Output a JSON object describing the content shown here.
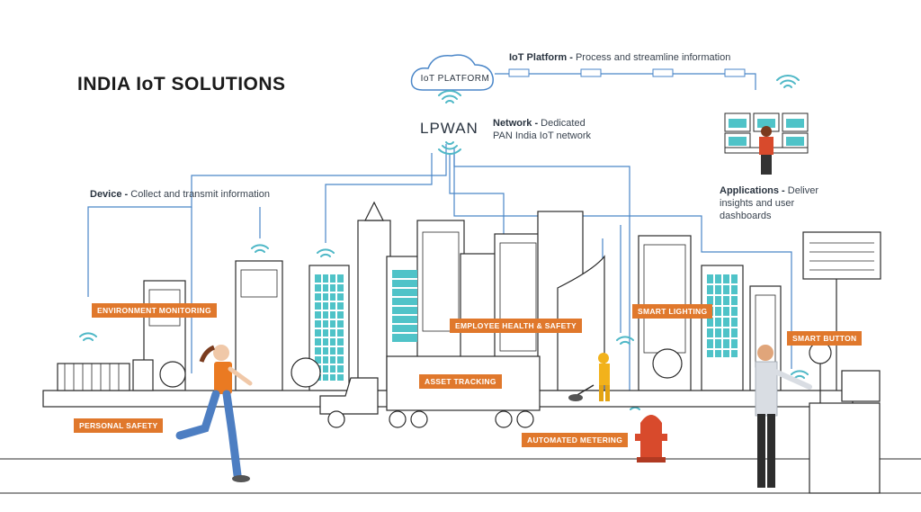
{
  "title": "INDIA IoT SOLUTIONS",
  "platform": {
    "cloud_label": "IoT PLATFORM",
    "caption_bold": "IoT Platform -",
    "caption_text": " Process and streamline information"
  },
  "network": {
    "label": "LPWAN",
    "caption_bold": "Network -",
    "caption_line1": " Dedicated",
    "caption_line2": "PAN India IoT network"
  },
  "device": {
    "caption_bold": "Device -",
    "caption_text": " Collect and transmit information"
  },
  "applications": {
    "caption_bold": "Applications -",
    "caption_line1": " Deliver",
    "caption_line2": "insights and user",
    "caption_line3": "dashboards"
  },
  "tags": {
    "environment": "ENVIRONMENT MONITORING",
    "employee": "EMPLOYEE HEALTH & SAFETY",
    "lighting": "SMART LIGHTING",
    "button": "SMART BUTTON",
    "asset": "ASSET TRACKING",
    "personal": "PERSONAL SAFETY",
    "metering": "AUTOMATED METERING"
  },
  "colors": {
    "line_blue": "#4a86c8",
    "tag_orange": "#e0782c",
    "teal_window": "#4fc3c8",
    "outline": "#2b2b2b"
  }
}
